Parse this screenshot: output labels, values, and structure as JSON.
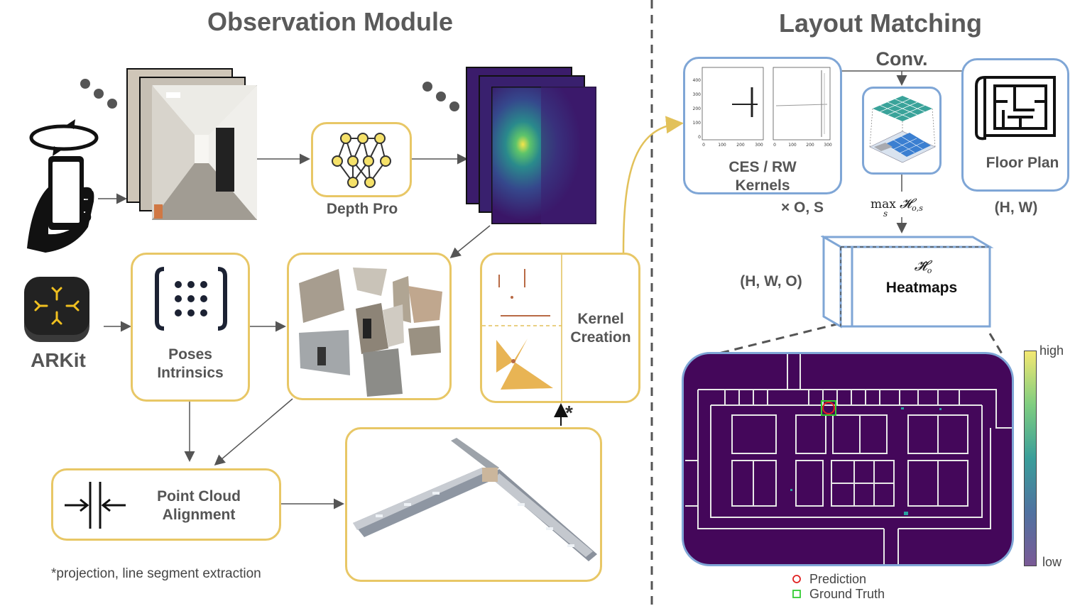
{
  "titles": {
    "observation": "Observation Module",
    "layout": "Layout Matching"
  },
  "labels": {
    "arkit": "ARKit",
    "depth_pro": "Depth Pro",
    "poses": "Poses",
    "intrinsics": "Intrinsics",
    "kernel": "Kernel",
    "creation": "Creation",
    "point_cloud": "Point Cloud",
    "alignment": "Alignment",
    "footnote": "*projection, line segment extraction",
    "star": "*",
    "ces_rw": "CES / RW",
    "kernels": "Kernels",
    "conv": "Conv.",
    "floor_plan": "Floor Plan",
    "x_os": "× O, S",
    "hw": "(H, W)",
    "hwo": "(H, W, O)",
    "heatmaps": "Heatmaps",
    "max_op": "max",
    "max_sub": "s",
    "h_os": "𝓗",
    "h_os_sub": "o,s",
    "h_tilde": "𝓗̃",
    "h_tilde_sub": "o",
    "high": "high",
    "low": "low",
    "prediction": "Prediction",
    "ground_truth": "Ground Truth"
  },
  "kernel_axes": {
    "left_y_ticks": [
      "400",
      "300",
      "200",
      "100",
      "0"
    ],
    "left_x_ticks": [
      "0",
      "100",
      "200",
      "300"
    ],
    "right_x_ticks": [
      "0",
      "100",
      "200",
      "300"
    ]
  },
  "colors": {
    "yellow_border": "#e8c766",
    "blue_border": "#7fa6d6",
    "heatmap_bg": "#44075a",
    "prediction": "#e02020",
    "ground_truth": "#33cc33"
  },
  "icons": [
    "rotate-phone-icon",
    "arkit-logo-icon",
    "neural-net-icon",
    "matrix-bracket-icon",
    "alignment-icon",
    "floor-plan-icon"
  ]
}
